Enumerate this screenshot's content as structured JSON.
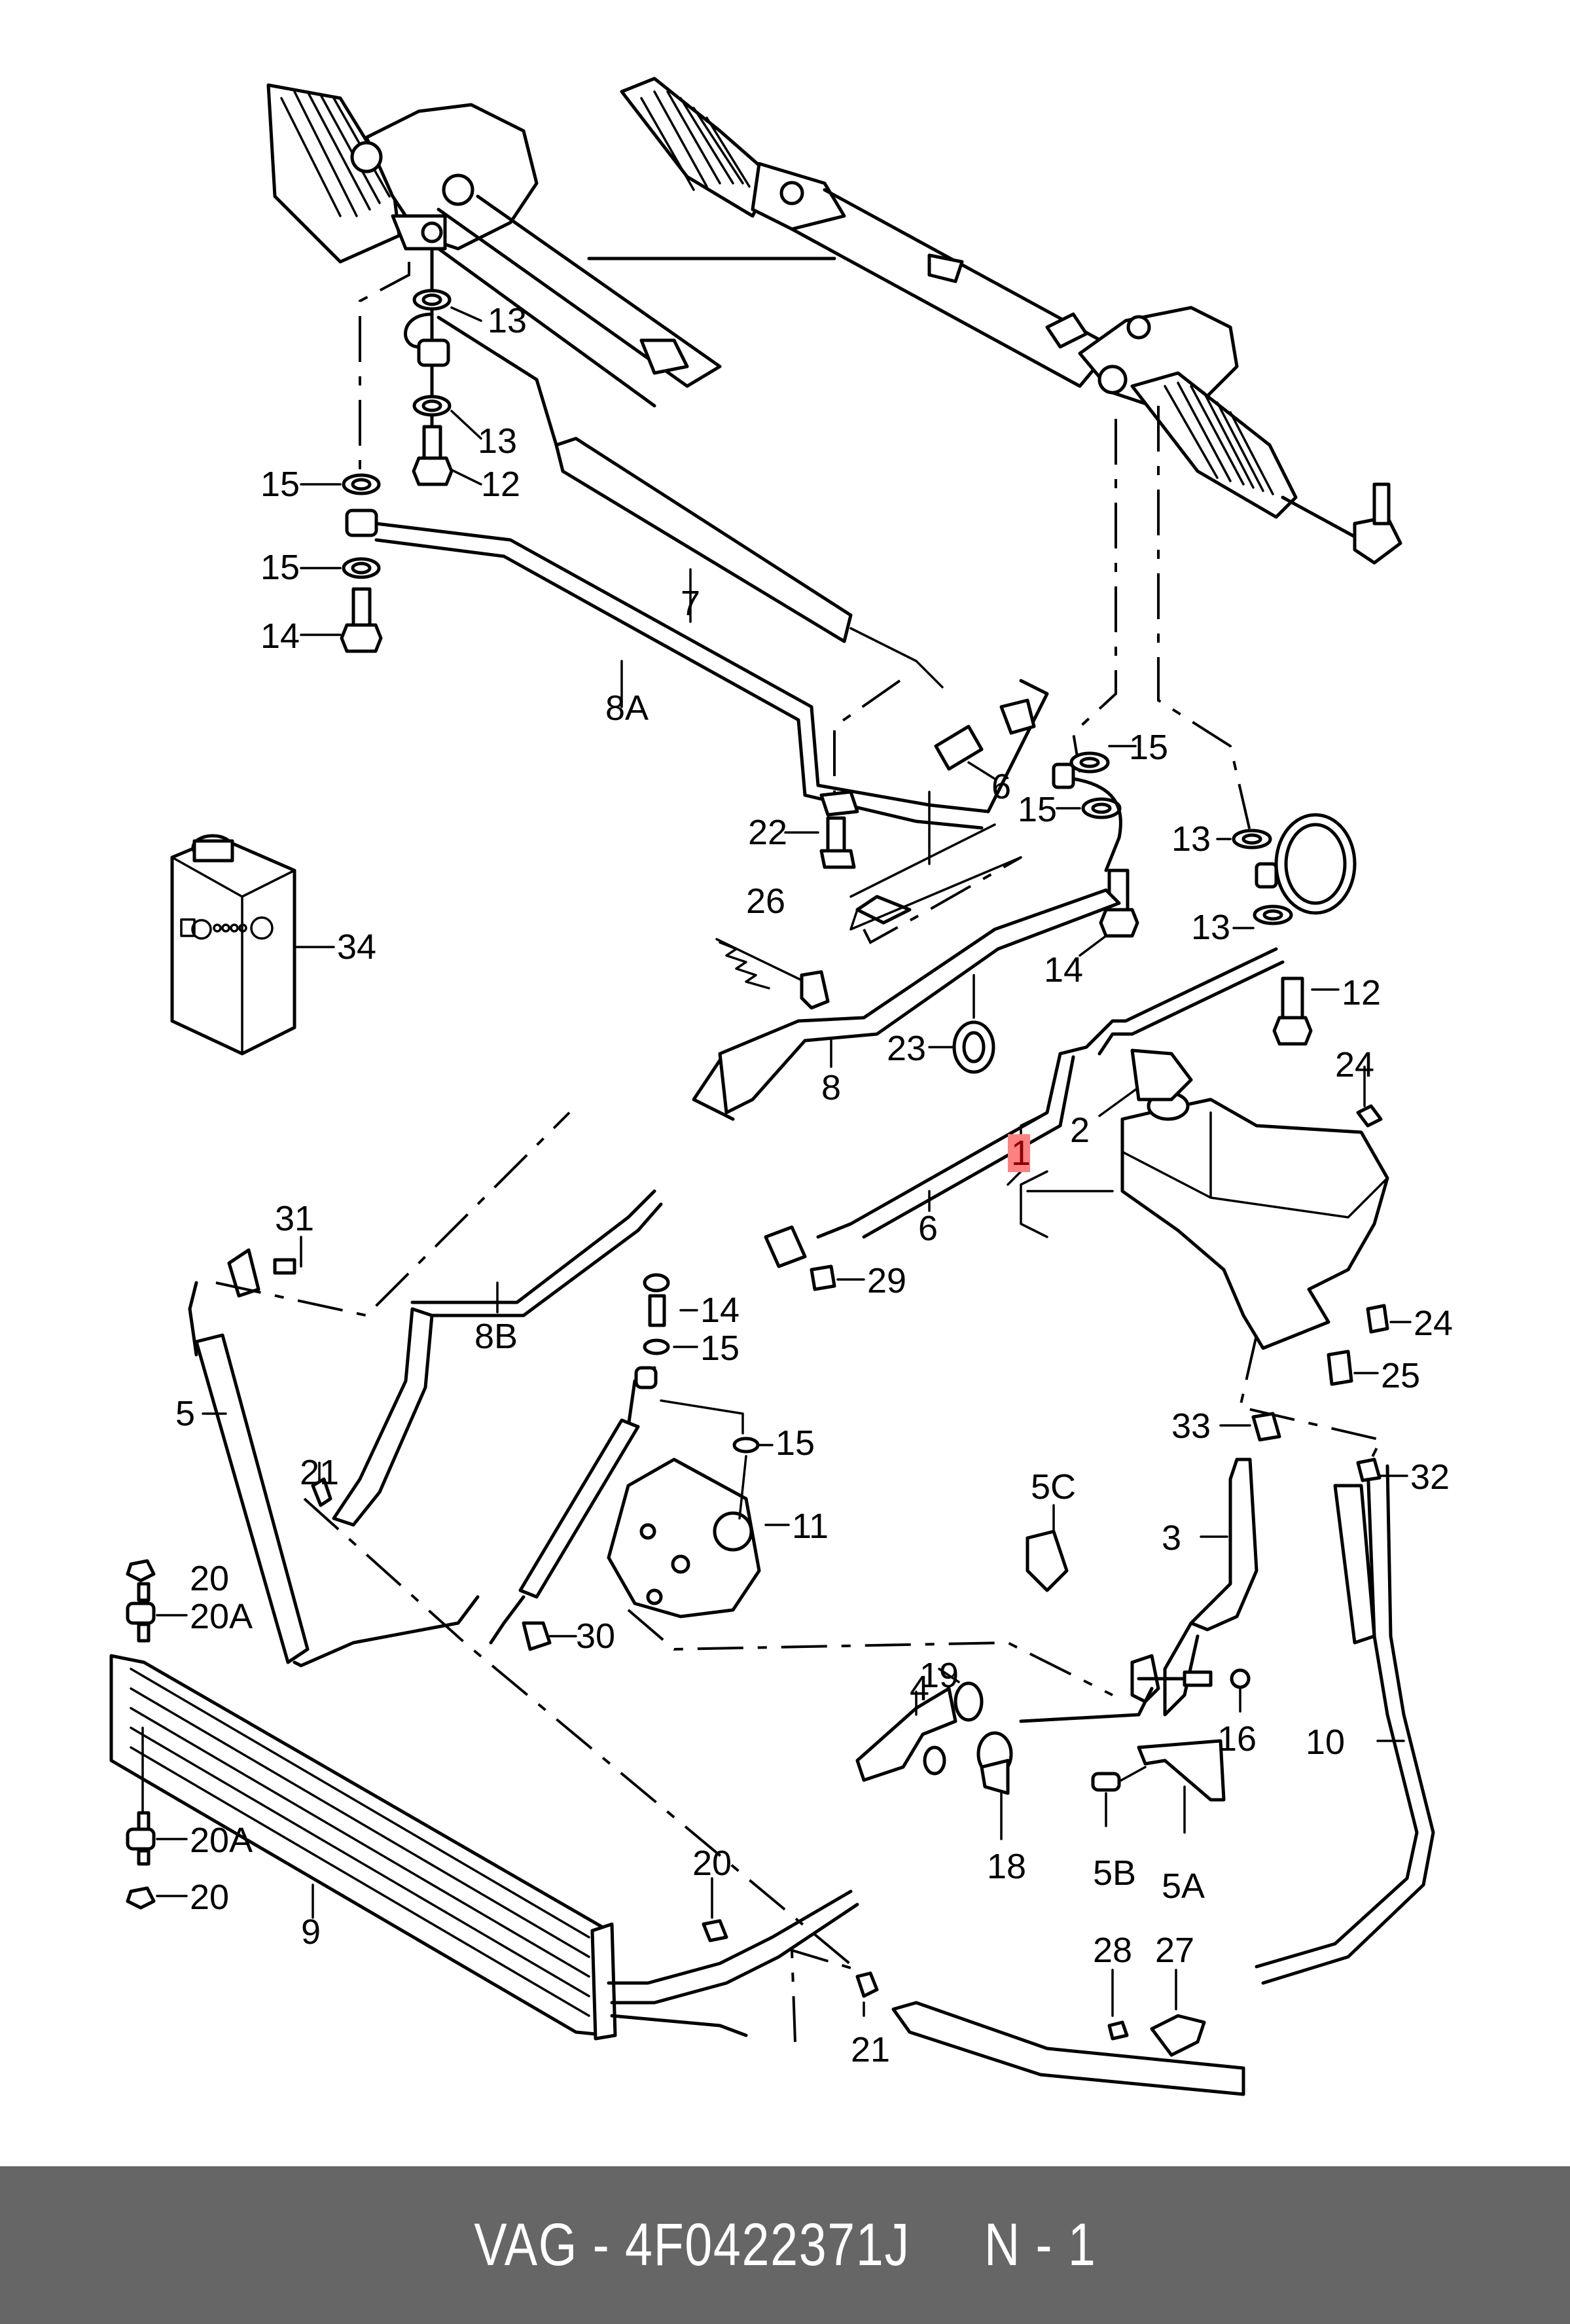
{
  "diagram": {
    "title": "Power steering hydraulic system exploded parts diagram",
    "highlight_color": "#ff8080",
    "highlighted_callout": "1",
    "callouts": [
      {
        "id": "c13a",
        "text": "13"
      },
      {
        "id": "c13b",
        "text": "13"
      },
      {
        "id": "c12a",
        "text": "12"
      },
      {
        "id": "c15a",
        "text": "15"
      },
      {
        "id": "c15b",
        "text": "15"
      },
      {
        "id": "c14a",
        "text": "14"
      },
      {
        "id": "c7",
        "text": "7"
      },
      {
        "id": "c8A",
        "text": "8A"
      },
      {
        "id": "c22",
        "text": "22"
      },
      {
        "id": "c6a",
        "text": "6"
      },
      {
        "id": "c15c",
        "text": "15"
      },
      {
        "id": "c15d",
        "text": "15"
      },
      {
        "id": "c13c",
        "text": "13"
      },
      {
        "id": "c13d",
        "text": "13"
      },
      {
        "id": "c12b",
        "text": "12"
      },
      {
        "id": "c14b",
        "text": "14"
      },
      {
        "id": "c26",
        "text": "26"
      },
      {
        "id": "c34",
        "text": "34"
      },
      {
        "id": "c23",
        "text": "23"
      },
      {
        "id": "c8",
        "text": "8"
      },
      {
        "id": "c24a",
        "text": "24"
      },
      {
        "id": "c2",
        "text": "2"
      },
      {
        "id": "c1",
        "text": "1"
      },
      {
        "id": "c6b",
        "text": "6"
      },
      {
        "id": "c31",
        "text": "31"
      },
      {
        "id": "c29",
        "text": "29"
      },
      {
        "id": "c14c",
        "text": "14"
      },
      {
        "id": "c8B",
        "text": "8B"
      },
      {
        "id": "c15e",
        "text": "15"
      },
      {
        "id": "c24b",
        "text": "24"
      },
      {
        "id": "c25",
        "text": "25"
      },
      {
        "id": "c15f",
        "text": "15"
      },
      {
        "id": "c33",
        "text": "33"
      },
      {
        "id": "c32",
        "text": "32"
      },
      {
        "id": "c5",
        "text": "5"
      },
      {
        "id": "c21a",
        "text": "21"
      },
      {
        "id": "c11",
        "text": "11"
      },
      {
        "id": "c5C",
        "text": "5C"
      },
      {
        "id": "c3",
        "text": "3"
      },
      {
        "id": "c20a",
        "text": "20"
      },
      {
        "id": "c20Aa",
        "text": "20A"
      },
      {
        "id": "c30",
        "text": "30"
      },
      {
        "id": "c4",
        "text": "4"
      },
      {
        "id": "c19",
        "text": "19"
      },
      {
        "id": "c16",
        "text": "16"
      },
      {
        "id": "c10",
        "text": "10"
      },
      {
        "id": "c18",
        "text": "18"
      },
      {
        "id": "c5B",
        "text": "5B"
      },
      {
        "id": "c5A",
        "text": "5A"
      },
      {
        "id": "c20Ab",
        "text": "20A"
      },
      {
        "id": "c20b",
        "text": "20"
      },
      {
        "id": "c9",
        "text": "9"
      },
      {
        "id": "c20c",
        "text": "20"
      },
      {
        "id": "c28",
        "text": "28"
      },
      {
        "id": "c27",
        "text": "27"
      },
      {
        "id": "c21b",
        "text": "21"
      }
    ]
  },
  "banner": {
    "text": "VAG - 4F0422371J     N - 1",
    "background": "#666666",
    "text_color": "#ffffff"
  }
}
